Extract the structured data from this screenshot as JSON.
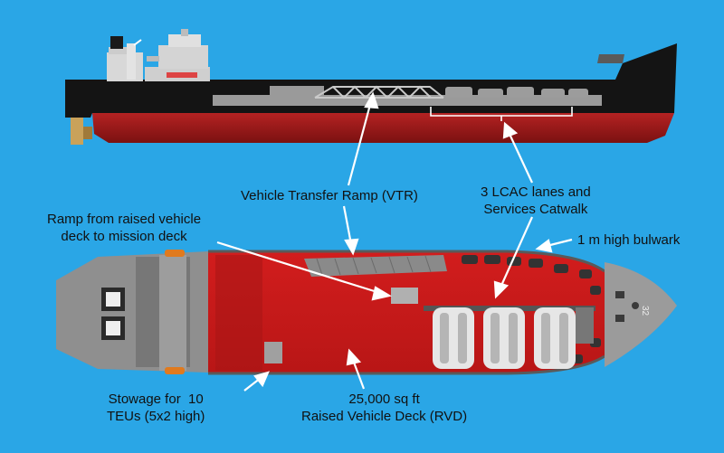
{
  "labels": {
    "vtr": "Vehicle Transfer Ramp (VTR)",
    "lcac_line1": "3 LCAC lanes and",
    "lcac_line2": "Services Catwalk",
    "ramp_line1": "Ramp from raised vehicle",
    "ramp_line2": "deck to mission deck",
    "bulwark": "1 m high bulwark",
    "stowage_line1": "Stowage for  10",
    "stowage_line2": "TEUs (5x2 high)",
    "rvd_line1": "25,000 sq ft",
    "rvd_line2": "Raised Vehicle Deck (RVD)"
  },
  "bow_marking": "32",
  "colors": {
    "background": "#2aa6e6",
    "hull_black": "#141414",
    "hull_red": "#9b1c1c",
    "deck_red": "#c81a1a",
    "deck_gray": "#8a8a8a",
    "arrow": "#ffffff"
  }
}
